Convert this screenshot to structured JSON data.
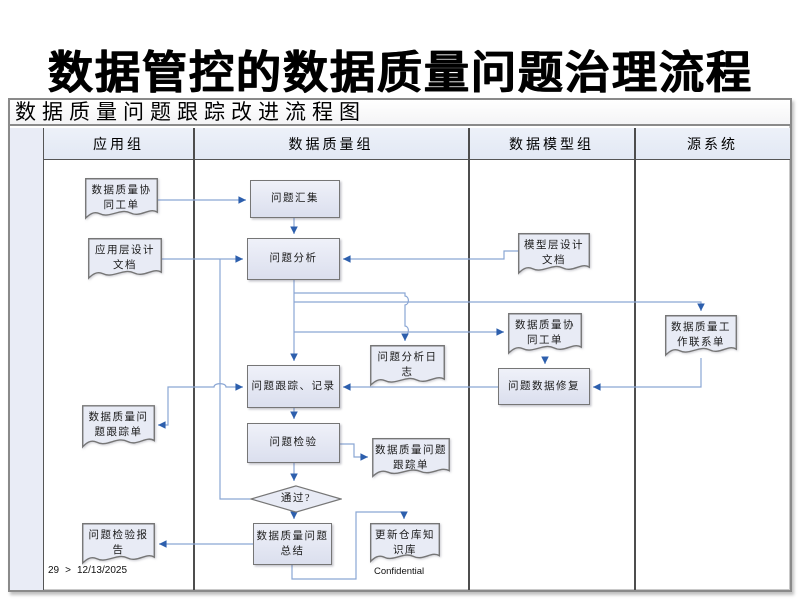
{
  "slide": {
    "title": "数据管控的数据质量问题治理流程",
    "footer": {
      "page_number": "29",
      "separator": ">",
      "date": "12/13/2025",
      "confidential": "Confidential"
    }
  },
  "diagram": {
    "caption": "数据质量问题跟踪改进流程图",
    "lanes": [
      {
        "label": "应用组"
      },
      {
        "label": "数据质量组"
      },
      {
        "label": "数据模型组"
      },
      {
        "label": "源系统"
      }
    ],
    "nodes": {
      "app_doc_collab": {
        "label": "数据质量协\n同工单",
        "type": "document",
        "lane": "应用组"
      },
      "app_doc_design": {
        "label": "应用层设计\n文档",
        "type": "document",
        "lane": "应用组"
      },
      "issue_collect": {
        "label": "问题汇集",
        "type": "process",
        "lane": "数据质量组"
      },
      "issue_analyze": {
        "label": "问题分析",
        "type": "process",
        "lane": "数据质量组"
      },
      "model_doc_design": {
        "label": "模型层设计\n文档",
        "type": "document",
        "lane": "数据模型组"
      },
      "model_doc_collab": {
        "label": "数据质量协\n同工单",
        "type": "document",
        "lane": "数据模型组"
      },
      "src_doc_contact": {
        "label": "数据质量工\n作联系单",
        "type": "document",
        "lane": "源系统"
      },
      "analysis_log": {
        "label": "问题分析日\n志",
        "type": "document",
        "lane": "数据质量组"
      },
      "data_repair": {
        "label": "问题数据修复",
        "type": "process",
        "lane": "数据模型组"
      },
      "issue_track": {
        "label": "问题跟踪、记录",
        "type": "process",
        "lane": "数据质量组"
      },
      "app_doc_track": {
        "label": "数据质量问\n题跟踪单",
        "type": "document",
        "lane": "应用组"
      },
      "issue_check": {
        "label": "问题检验",
        "type": "process",
        "lane": "数据质量组"
      },
      "dq_doc_track": {
        "label": "数据质量问题\n跟踪单",
        "type": "document",
        "lane": "数据质量组"
      },
      "pass_gate": {
        "label": "通过?",
        "type": "decision",
        "lane": "数据质量组"
      },
      "issue_summary": {
        "label": "数据质量问题\n总结",
        "type": "process",
        "lane": "数据质量组"
      },
      "app_doc_report": {
        "label": "问题检验报\n告",
        "type": "document",
        "lane": "应用组"
      },
      "kb_update": {
        "label": "更新仓库知\n识库",
        "type": "document",
        "lane": "数据质量组"
      }
    }
  },
  "colors": {
    "connector_line": "#8aa6d4",
    "arrowhead": "#2d5fad",
    "node_fill": "#e8ebf5",
    "lane_header_fill": "#e7edf7",
    "table_border": "#8a8a8a",
    "lane_line": "#4d4d4d",
    "title_text": "#000000"
  }
}
